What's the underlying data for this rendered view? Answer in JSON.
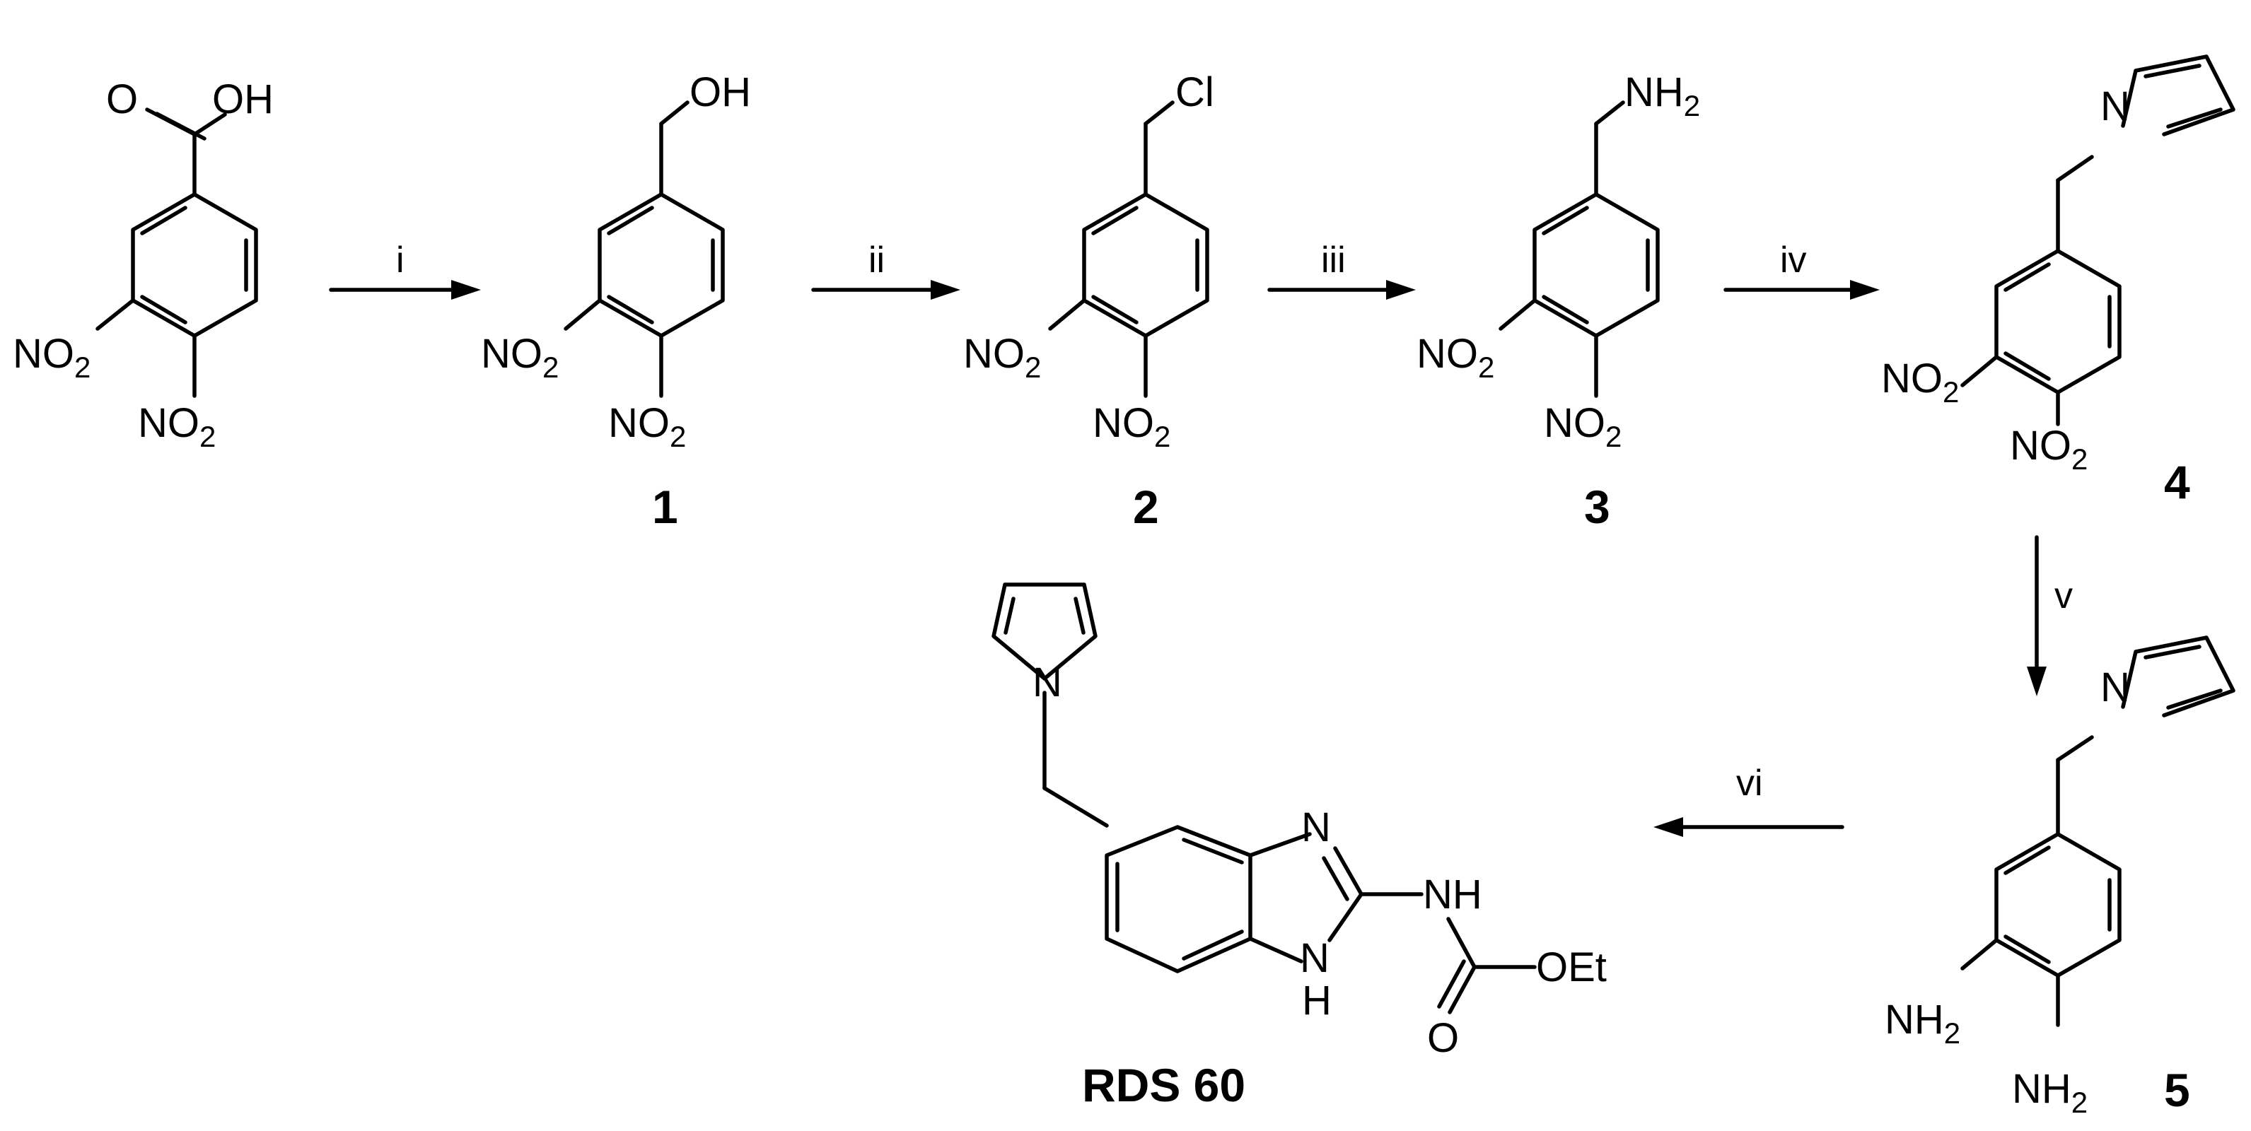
{
  "compounds": {
    "start": {
      "cooh": {
        "o": "O",
        "oh": "OH"
      },
      "no2_a": {
        "pre": "NO",
        "sub": "2"
      },
      "no2_b": {
        "pre": "NO",
        "sub": "2"
      }
    },
    "c1": {
      "label": "1",
      "sub_group": "OH",
      "no2_a": {
        "pre": "NO",
        "sub": "2"
      },
      "no2_b": {
        "pre": "NO",
        "sub": "2"
      }
    },
    "c2": {
      "label": "2",
      "sub_group": "Cl",
      "no2_a": {
        "pre": "NO",
        "sub": "2"
      },
      "no2_b": {
        "pre": "NO",
        "sub": "2"
      }
    },
    "c3": {
      "label": "3",
      "sub_group": {
        "pre": "NH",
        "sub": "2"
      },
      "no2_a": {
        "pre": "NO",
        "sub": "2"
      },
      "no2_b": {
        "pre": "NO",
        "sub": "2"
      }
    },
    "c4": {
      "label": "4",
      "pyrrole_n": "N",
      "no2_a": {
        "pre": "NO",
        "sub": "2"
      },
      "no2_b": {
        "pre": "NO",
        "sub": "2"
      }
    },
    "c5": {
      "label": "5",
      "pyrrole_n": "N",
      "nh2_a": {
        "pre": "NH",
        "sub": "2"
      },
      "nh2_b": {
        "pre": "NH",
        "sub": "2"
      }
    },
    "rds60": {
      "label": "RDS 60",
      "pyrrole_n": "N",
      "imidazole_n": "N",
      "imidazole_nh": {
        "n": "N",
        "h": "H"
      },
      "carbamate_nh": "NH",
      "carbonyl_o": "O",
      "oet": "OEt"
    }
  },
  "conditions": [
    "i",
    "ii",
    "iii",
    "iv",
    "v",
    "vi"
  ]
}
